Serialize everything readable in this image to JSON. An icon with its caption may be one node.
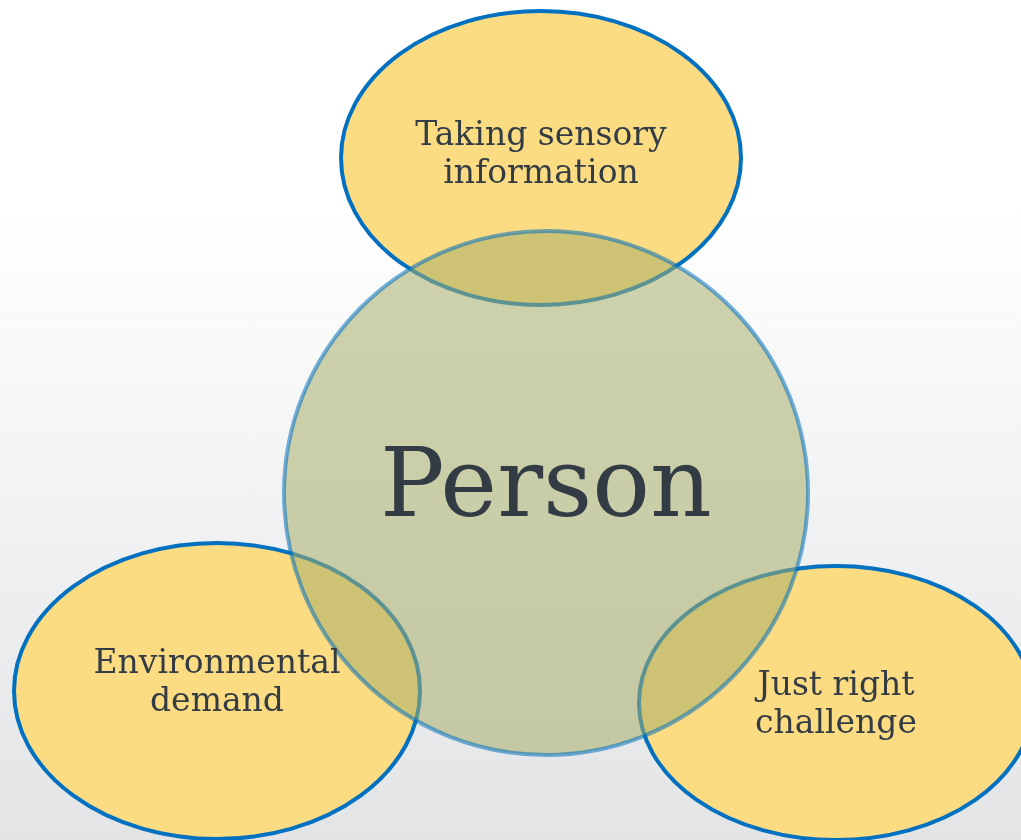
{
  "diagram": {
    "nodes": [
      {
        "text": [
          "Taking sensory information"
        ]
      },
      {
        "text": [
          "Person"
        ]
      },
      {
        "text": [
          "Environmental demand"
        ]
      },
      {
        "text": [
          "Just right challenge"
        ]
      }
    ]
  }
}
